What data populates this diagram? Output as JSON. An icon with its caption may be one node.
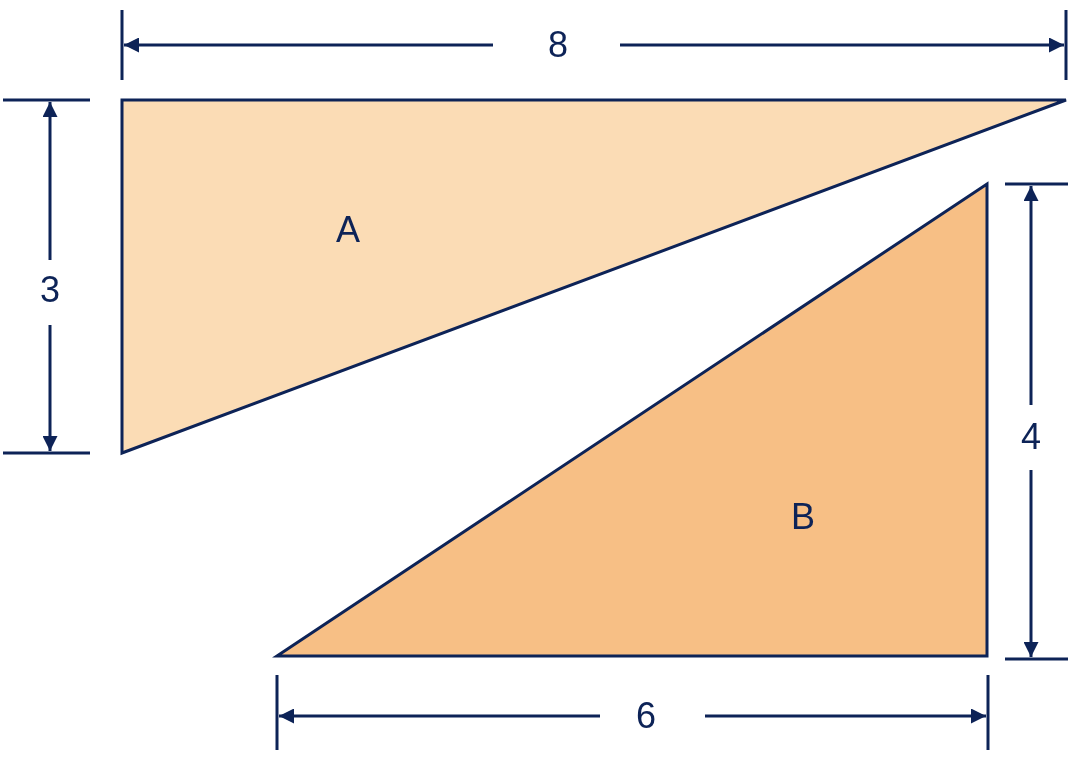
{
  "diagram": {
    "nodes": [
      {
        "text": [
          "A"
        ]
      },
      {
        "text": [
          "B"
        ]
      }
    ],
    "labels": [
      "8",
      "3",
      "4",
      "6"
    ]
  }
}
